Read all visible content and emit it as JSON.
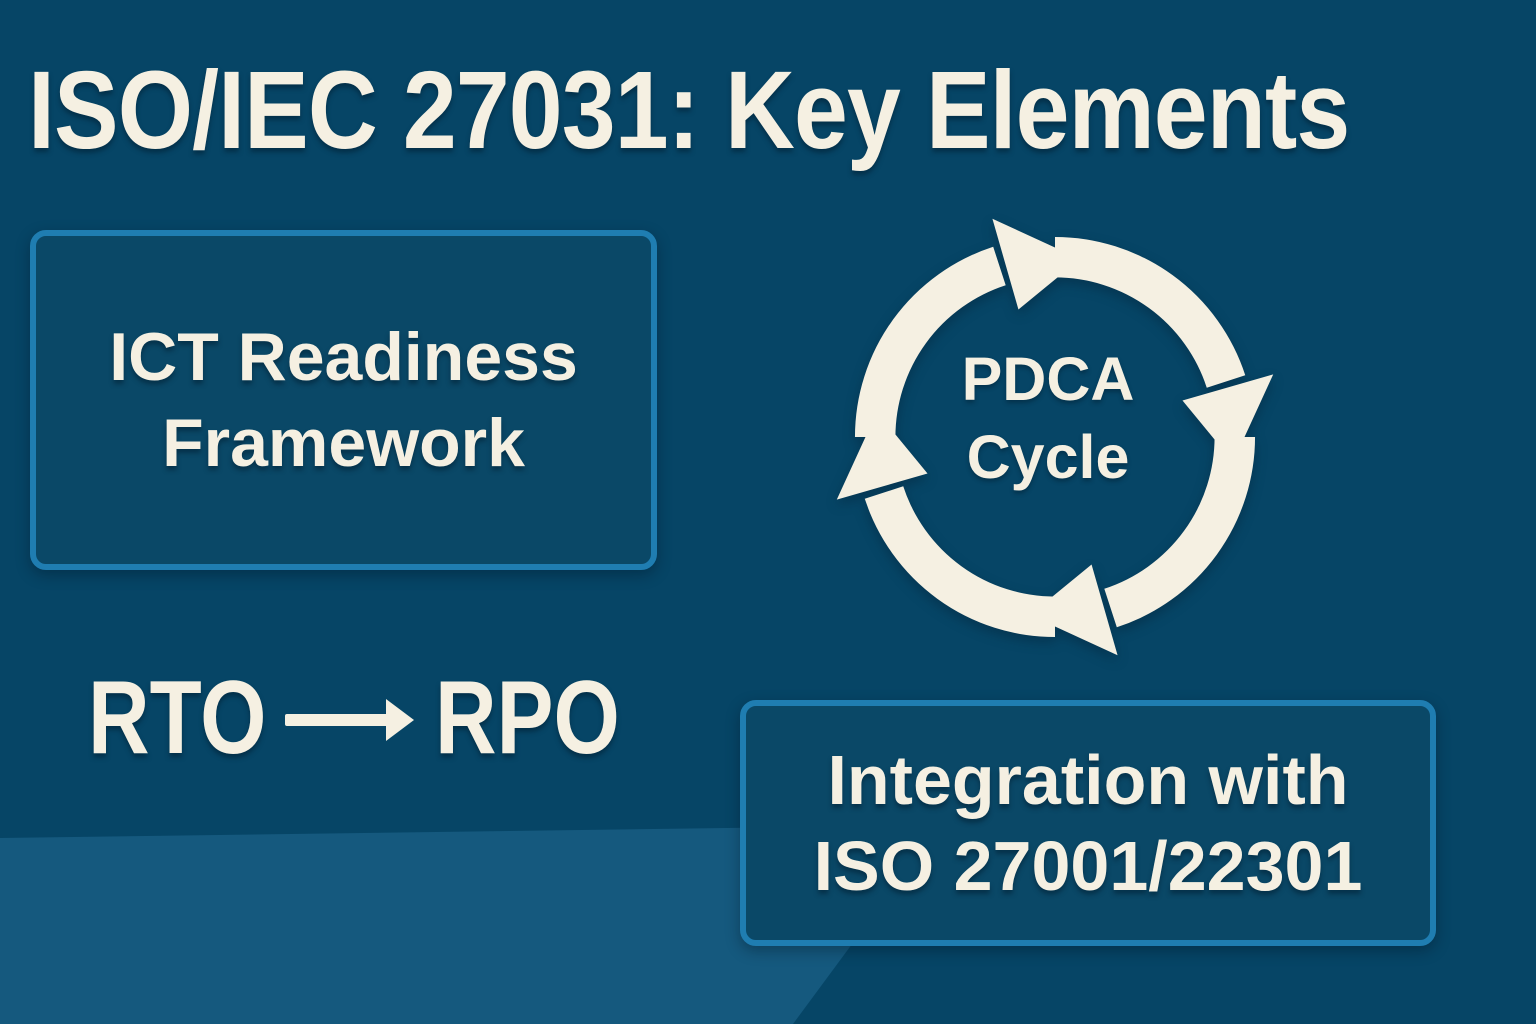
{
  "title": "ISO/IEC 27031: Key Elements",
  "ict_box": {
    "line1": "ICT Readiness",
    "line2": "Framework"
  },
  "pdca": {
    "line1": "PDCA",
    "line2": "Cycle"
  },
  "rto_rpo": {
    "from": "RTO",
    "to": "RPO"
  },
  "integration_box": {
    "line1": "Integration with",
    "line2": "ISO 27001/22301"
  },
  "colors": {
    "background": "#064566",
    "band": "#15597E",
    "box_border": "#1F7DB1",
    "box_fill": "#0A4867",
    "text": "#F5F0E2"
  }
}
